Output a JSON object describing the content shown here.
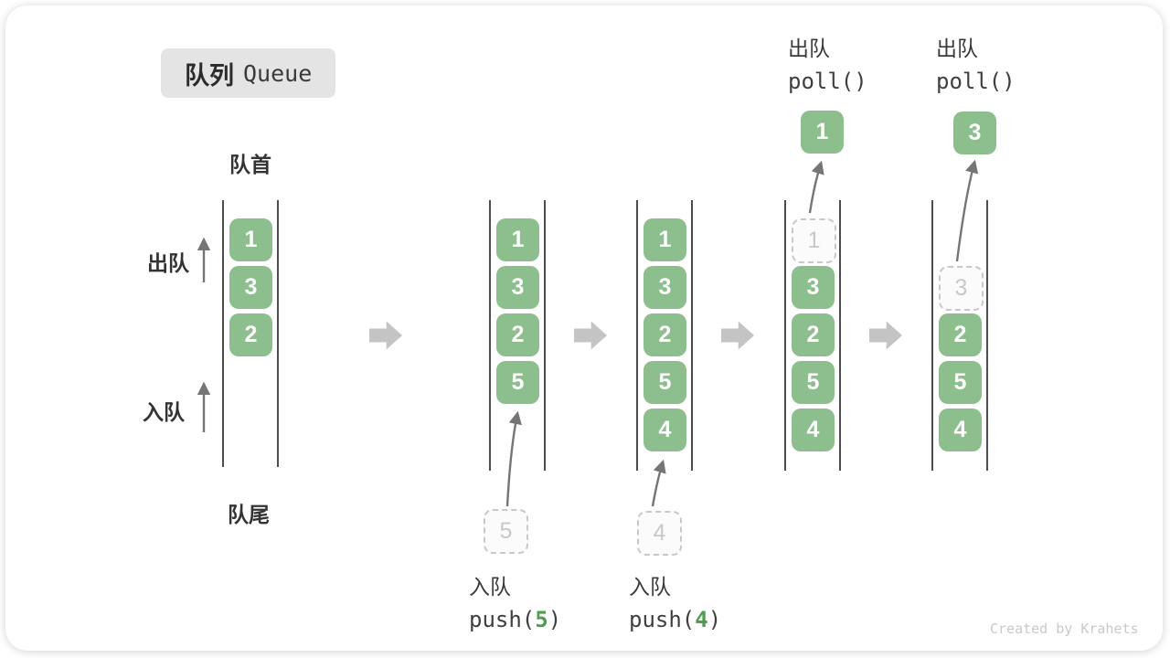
{
  "title": {
    "zh": "队列",
    "en": "Queue"
  },
  "queue_labels": {
    "front": "队首",
    "rear": "队尾",
    "dequeue_side": "出队",
    "enqueue_side": "入队"
  },
  "colors": {
    "cell_green": "#8dbe8d",
    "accent_green": "#4f9d4f",
    "block_arrow_gray": "#c4c4c4",
    "thin_arrow_gray": "#757575",
    "badge_bg": "#e4e4e4"
  },
  "states": [
    {
      "name": "initial",
      "cells": [
        {
          "value": "1"
        },
        {
          "value": "3"
        },
        {
          "value": "2"
        }
      ]
    },
    {
      "name": "after-push-5",
      "cells": [
        {
          "value": "1"
        },
        {
          "value": "3"
        },
        {
          "value": "2"
        },
        {
          "value": "5"
        }
      ],
      "incoming_value": "5",
      "op": {
        "action": "入队",
        "call_pre": "push(",
        "call_arg": "5",
        "call_post": ")"
      }
    },
    {
      "name": "after-push-4",
      "cells": [
        {
          "value": "1"
        },
        {
          "value": "3"
        },
        {
          "value": "2"
        },
        {
          "value": "5"
        },
        {
          "value": "4"
        }
      ],
      "incoming_value": "4",
      "op": {
        "action": "入队",
        "call_pre": "push(",
        "call_arg": "4",
        "call_post": ")"
      }
    },
    {
      "name": "after-poll-1",
      "cells": [
        {
          "value": "1",
          "removed": true
        },
        {
          "value": "3"
        },
        {
          "value": "2"
        },
        {
          "value": "5"
        },
        {
          "value": "4"
        }
      ],
      "outgoing_value": "1",
      "op": {
        "action": "出队",
        "call": "poll()"
      }
    },
    {
      "name": "after-poll-3",
      "cells": [
        {
          "value": "3",
          "removed": true
        },
        {
          "value": "2"
        },
        {
          "value": "5"
        },
        {
          "value": "4"
        }
      ],
      "outgoing_value": "3",
      "op": {
        "action": "出队",
        "call": "poll()"
      }
    }
  ],
  "watermark": "Created by Krahets"
}
